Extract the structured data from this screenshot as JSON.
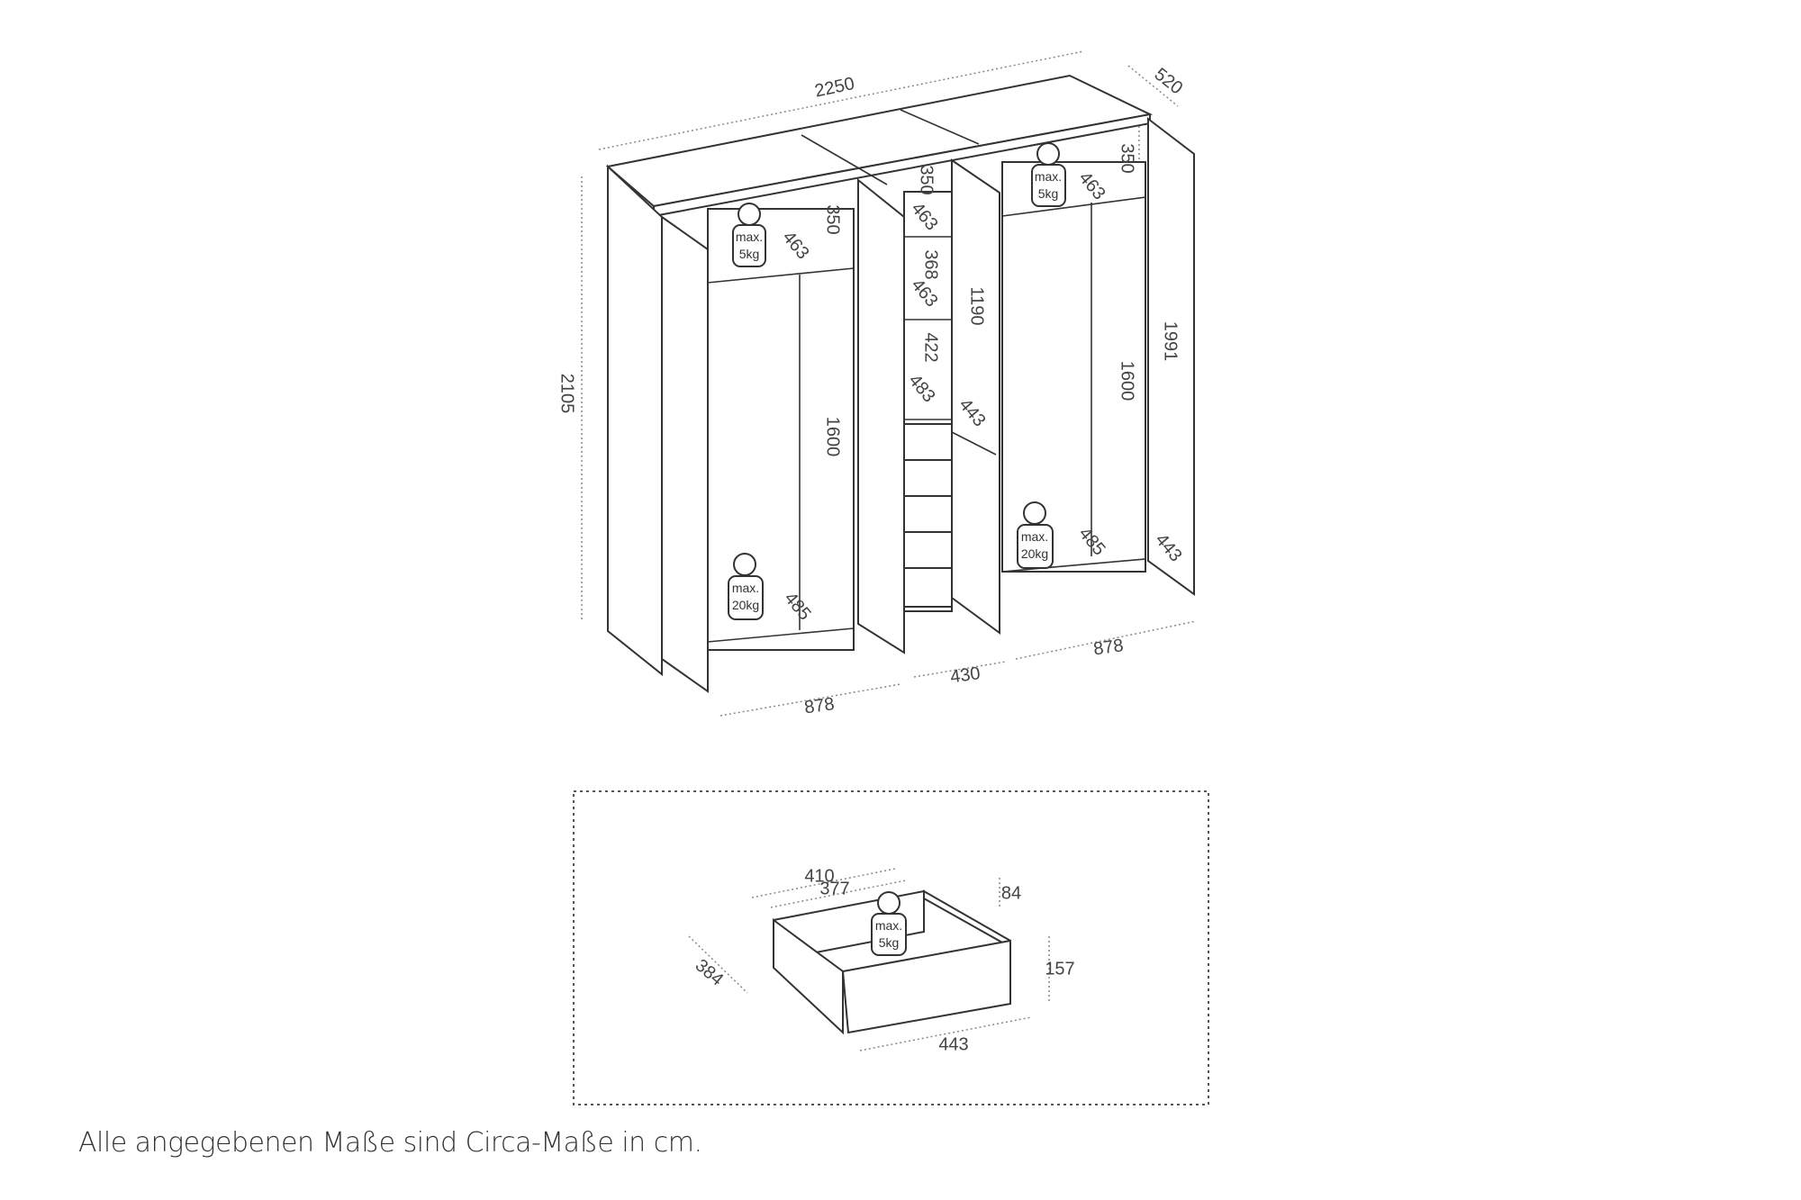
{
  "wardrobe": {
    "dimensions": {
      "width": "2250",
      "depth": "520",
      "height": "2105",
      "left_top_gap": "350",
      "left_top_depth": "463",
      "left_hang": "1600",
      "left_bottom_depth": "485",
      "mid_top_gap": "350",
      "mid_shelf_depth_1": "463",
      "mid_gap_368": "368",
      "mid_shelf_depth_2": "463",
      "mid_gap_422": "422",
      "mid_shelf_depth_3": "483",
      "mid_door_height": "1190",
      "mid_door_width": "443",
      "right_top_gap": "350",
      "right_top_depth": "463",
      "right_hang": "1600",
      "right_door_height": "1991",
      "right_bottom_depth": "485",
      "right_door_width": "443",
      "bottom_left": "878",
      "bottom_mid": "430",
      "bottom_right": "878"
    },
    "weights": {
      "max": "max.",
      "shelf": "5kg",
      "bottom": "20kg"
    }
  },
  "drawer": {
    "dimensions": {
      "outer_width": "410",
      "inner_width": "377",
      "side_height": "84",
      "front_height": "157",
      "depth": "384",
      "front_width": "443"
    },
    "weight": "5kg"
  },
  "caption": "Alle angegebenen Maße sind Circa-Maße in cm."
}
